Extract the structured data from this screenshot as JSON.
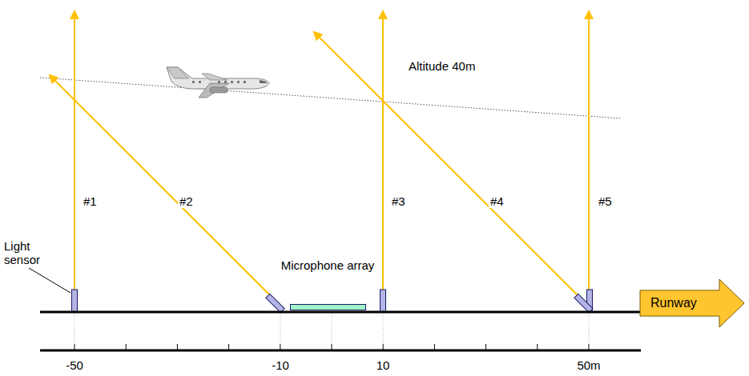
{
  "diagram": {
    "nodes": [
      {
        "text": [
          "Microphone array"
        ]
      },
      {
        "text": [
          "Runway"
        ]
      }
    ],
    "labels": [
      "Altitude 40m",
      "#1",
      "#2",
      "#3",
      "#4",
      "#5",
      "Light sensor",
      "-50",
      "-10",
      "10",
      "50m"
    ]
  }
}
